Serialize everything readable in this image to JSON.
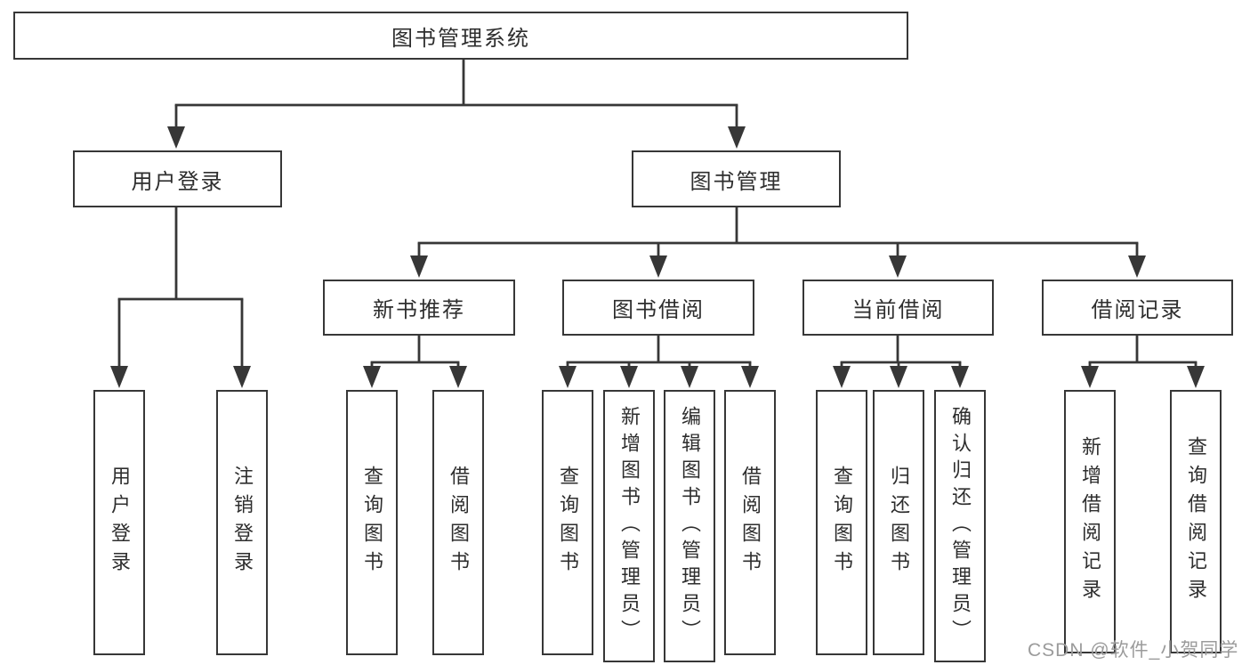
{
  "diagram_title": "图书管理系统",
  "tree": {
    "label": "图书管理系统",
    "children": [
      {
        "label": "用户登录",
        "children": [
          {
            "label": "用户登录"
          },
          {
            "label": "注销登录"
          }
        ]
      },
      {
        "label": "图书管理",
        "children": [
          {
            "label": "新书推荐",
            "children": [
              {
                "label": "查询图书"
              },
              {
                "label": "借阅图书"
              }
            ]
          },
          {
            "label": "图书借阅",
            "children": [
              {
                "label": "查询图书"
              },
              {
                "label": "新增图书（管理员）"
              },
              {
                "label": "编辑图书（管理员）"
              },
              {
                "label": "借阅图书"
              }
            ]
          },
          {
            "label": "当前借阅",
            "children": [
              {
                "label": "查询图书"
              },
              {
                "label": "归还图书"
              },
              {
                "label": "确认归还（管理员）"
              }
            ]
          },
          {
            "label": "借阅记录",
            "children": [
              {
                "label": "新增借阅记录"
              },
              {
                "label": "查询借阅记录"
              }
            ]
          }
        ]
      }
    ]
  },
  "watermark": {
    "text": "CSDN @软件_小贺同学"
  },
  "colors": {
    "line": "#373737",
    "border": "#373737",
    "text": "#2e2e2e",
    "watermark": "#9b9b9b",
    "background": "#ffffff"
  }
}
